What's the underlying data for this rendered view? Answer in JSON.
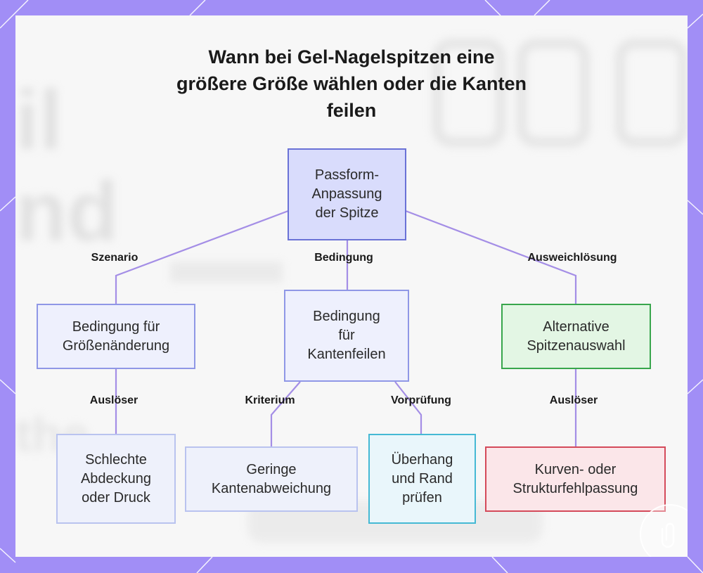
{
  "title": {
    "line1": "Wann bei Gel-Nagelspitzen eine",
    "line2": "größere Größe wählen oder die Kanten",
    "line3": "feilen"
  },
  "nodes": {
    "root": [
      "Passform-",
      "Anpassung",
      "der Spitze"
    ],
    "size_condition": [
      "Bedingung für",
      "Größenänderung"
    ],
    "file_condition": [
      "Bedingung",
      "für",
      "Kantenfeilen"
    ],
    "alternative": [
      "Alternative",
      "Spitzenauswahl"
    ],
    "poor_coverage": [
      "Schlechte",
      "Abdeckung",
      "oder Druck"
    ],
    "small_deviation": [
      "Geringe",
      "Kantenabweichung"
    ],
    "check_overhang": [
      "Überhang",
      "und Rand",
      "prüfen"
    ],
    "mismatch": [
      "Kurven- oder",
      "Strukturfehlpassung"
    ]
  },
  "edges": {
    "scenario": "Szenario",
    "condition": "Bedingung",
    "fallback": "Ausweichlösung",
    "trigger_left": "Auslöser",
    "criterion": "Kriterium",
    "precheck": "Vorprüfung",
    "trigger_right": "Auslöser"
  },
  "colors": {
    "frame": "#a18ef6",
    "edge": "#a48ee6",
    "root_fill": "#d9dcfc",
    "green_border": "#38a64c",
    "cyan_border": "#45b9d4",
    "red_border": "#d44a5a"
  }
}
